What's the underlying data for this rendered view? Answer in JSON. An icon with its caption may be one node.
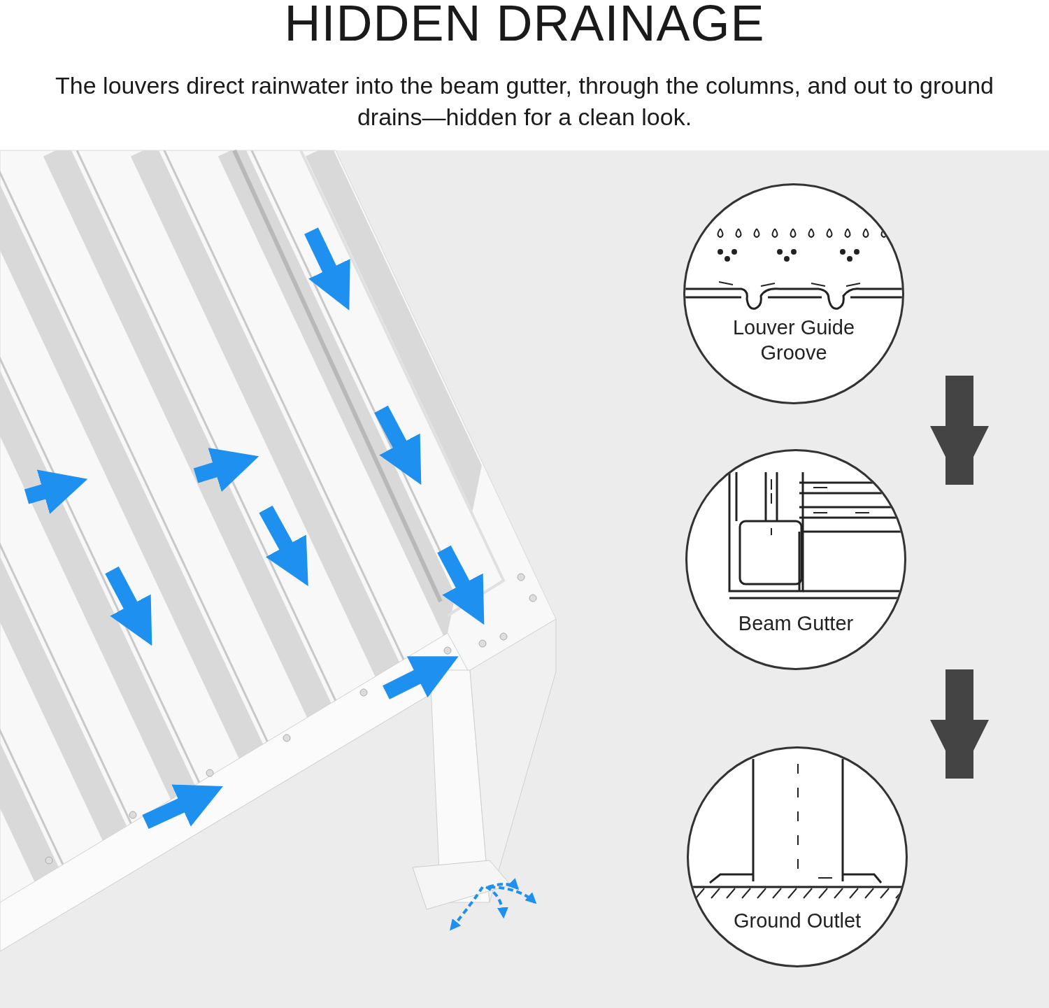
{
  "diagram": {
    "title": "HIDDEN DRAINAGE",
    "caption": "The louvers direct rainwater into the beam gutter, through the columns, and out to ground drains—hidden for a clean look.",
    "nodes": [
      {
        "text": [
          "Louver Guide Groove"
        ]
      },
      {
        "text": [
          "Beam Gutter"
        ]
      },
      {
        "text": [
          "Ground Outlet"
        ]
      }
    ]
  }
}
